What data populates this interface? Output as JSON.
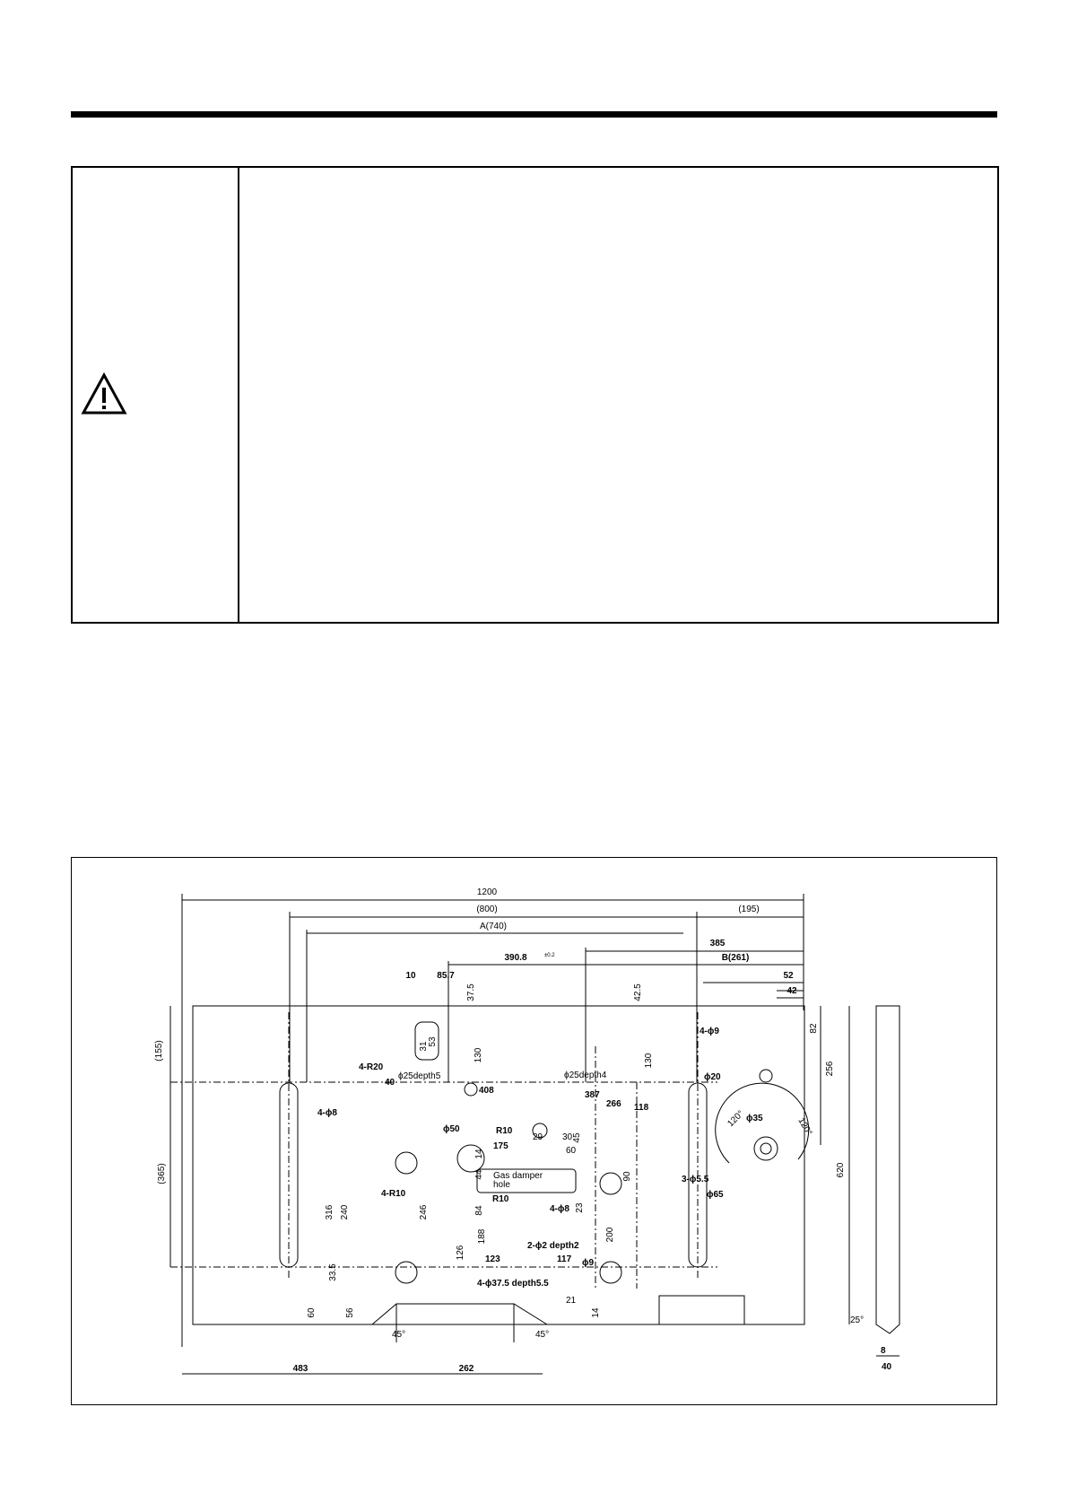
{
  "labels": {
    "d1200": "1200",
    "d800": "(800)",
    "d195": "(195)",
    "dA740": "A(740)",
    "d385": "385",
    "d390_8": "390.8",
    "tol02": "±0.2",
    "dB261": "B(261)",
    "d52": "52",
    "d42": "42",
    "d10": "10",
    "d85_7": "85.7",
    "d37_5": "37.5",
    "d42_5": "42.5",
    "d4phi9": "4-ϕ9",
    "d155": "(155)",
    "d31": "31",
    "d53": "53",
    "d4R20": "4-R20",
    "d25depth5": "ϕ25depth5",
    "d130a": "130",
    "d130b": "130",
    "d20": "ϕ20",
    "d82": "82",
    "d256": "256",
    "d25depth4": "ϕ25depth4",
    "d40": "40",
    "d408": "408",
    "d387": "387",
    "d266": "266",
    "d118": "118",
    "d4phi8": "4-ϕ8",
    "d50": "ϕ50",
    "dR10a": "R10",
    "d29": "29",
    "d30": "30",
    "d45": "45",
    "d35": "ϕ35",
    "d120a": "120°",
    "d120b": "120°",
    "d175": "175",
    "d60": "60",
    "d365": "(365)",
    "d14a": "14",
    "d44": "44",
    "gas1": "Gas damper",
    "gas2": "hole",
    "d90": "90",
    "d620": "620",
    "d3phi55": "3-ϕ5.5",
    "d4R10": "4-R10",
    "dR10b": "R10",
    "d23": "23",
    "d65": "ϕ65",
    "d316": "316",
    "d240": "240",
    "d246": "246",
    "d84": "84",
    "d4phi8b": "4-ϕ8",
    "d188": "188",
    "d126": "126",
    "d2phi2": "2-ϕ2 depth2",
    "d200": "200",
    "d123": "123",
    "d117": "117",
    "d33_5": "33.5",
    "d9": "ϕ9",
    "d4phi37": "4-ϕ37.5 depth5.5",
    "d60b": "60",
    "d56": "56",
    "d21": "21",
    "d14b": "14",
    "d25deg": "25°",
    "d45a": "45°",
    "d45b": "45°",
    "d483": "483",
    "d262": "262",
    "d8": "8",
    "d40b": "40"
  },
  "footer": {
    "page": ""
  }
}
